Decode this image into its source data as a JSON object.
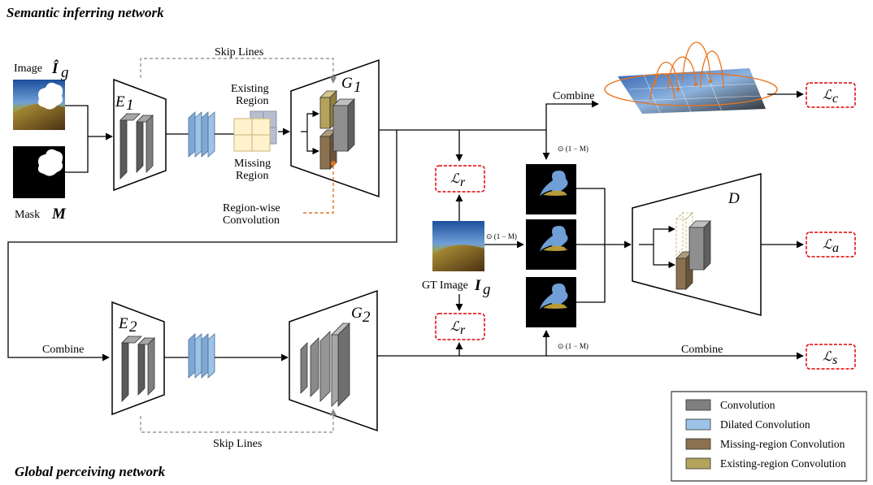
{
  "titles": {
    "top": "Semantic inferring network",
    "bottom": "Global  perceiving network"
  },
  "inputs": {
    "image_label": "Image",
    "image_symbol": "Î",
    "image_sub": "g",
    "mask_label": "Mask",
    "mask_symbol": "M"
  },
  "modules": {
    "e1": "E",
    "e1_sub": "1",
    "g1": "G",
    "g1_sub": "1",
    "e2": "E",
    "e2_sub": "2",
    "g2": "G",
    "g2_sub": "2",
    "d": "D"
  },
  "annotations": {
    "skip_lines_top": "Skip Lines",
    "skip_lines_bottom": "Skip Lines",
    "existing_region_1": "Existing",
    "existing_region_2": "Region",
    "missing_region_1": "Missing",
    "missing_region_2": "Region",
    "regionwise_1": "Region-wise",
    "regionwise_2": "Convolution",
    "combine_top": "Combine",
    "combine_left": "Combine",
    "combine_bottom": "Combine",
    "mask_op_top": "⊙ (1 − M)",
    "mask_op_mid": "⊙ (1 − M)",
    "mask_op_bottom": "⊙ (1 − M)",
    "gt_label": "GT Image",
    "gt_symbol": "I",
    "gt_sub": "g"
  },
  "losses": {
    "lc": "ℒ",
    "lc_sub": "c",
    "lr_top": "ℒ",
    "lr_top_sub": "r",
    "lr_bottom": "ℒ",
    "lr_bottom_sub": "r",
    "la": "ℒ",
    "la_sub": "a",
    "ls": "ℒ",
    "ls_sub": "s"
  },
  "legend": {
    "items": [
      {
        "label": "Convolution",
        "color": "#7f7f7f"
      },
      {
        "label": "Dilated Convolution",
        "color": "#9dc3e6"
      },
      {
        "label": "Missing-region Convolution",
        "color": "#8c7151"
      },
      {
        "label": "Existing-region Convolution",
        "color": "#b4a35c"
      }
    ]
  },
  "colors": {
    "conv": "#7f7f7f",
    "dilated": "#9dc3e6",
    "missing": "#8c7151",
    "existing": "#b4a35c",
    "loss_border": "#e00000",
    "orange": "#e8731c",
    "skip": "#888888"
  }
}
